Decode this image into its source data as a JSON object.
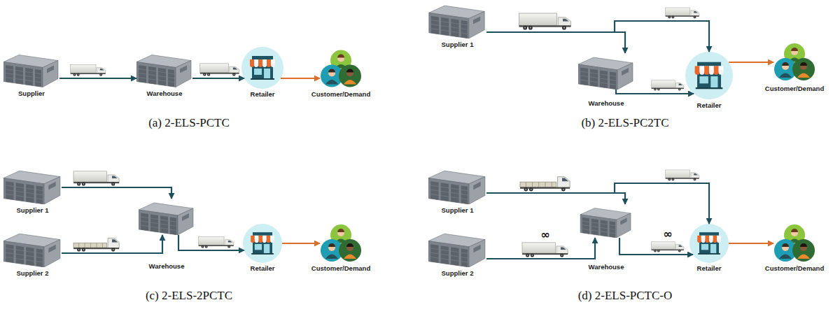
{
  "diagram": {
    "nodes": [
      {
        "text": [
          "Supplier"
        ]
      },
      {
        "text": [
          "Warehouse"
        ]
      },
      {
        "text": [
          "Retailer"
        ]
      },
      {
        "text": [
          "Customer/Demand"
        ]
      },
      {
        "text": [
          "Supplier 1"
        ]
      },
      {
        "text": [
          "Warehouse"
        ]
      },
      {
        "text": [
          "Retailer"
        ]
      },
      {
        "text": [
          "Customer/Demand"
        ]
      },
      {
        "text": [
          "Supplier 1"
        ]
      },
      {
        "text": [
          "Supplier 2"
        ]
      },
      {
        "text": [
          "Warehouse"
        ]
      },
      {
        "text": [
          "Retailer"
        ]
      },
      {
        "text": [
          "Customer/Demand"
        ]
      },
      {
        "text": [
          "Supplier 1"
        ]
      },
      {
        "text": [
          "Supplier 2"
        ]
      },
      {
        "text": [
          "Warehouse"
        ]
      },
      {
        "text": [
          "Retailer"
        ]
      },
      {
        "text": [
          "Customer/Demand"
        ]
      }
    ],
    "edges": [
      {
        "from": 0,
        "to": 1,
        "arrow": "to"
      },
      {
        "from": 1,
        "to": 2,
        "arrow": "to"
      },
      {
        "from": 2,
        "to": 3,
        "arrow": "to"
      },
      {
        "from": 4,
        "to": 5,
        "arrow": "to"
      },
      {
        "from": 4,
        "to": 6,
        "arrow": "to"
      },
      {
        "from": 5,
        "to": 6,
        "arrow": "to"
      },
      {
        "from": 6,
        "to": 7,
        "arrow": "to"
      },
      {
        "from": 8,
        "to": 10,
        "arrow": "to"
      },
      {
        "from": 9,
        "to": 10,
        "arrow": "to"
      },
      {
        "from": 10,
        "to": 11,
        "arrow": "to"
      },
      {
        "from": 11,
        "to": 12,
        "arrow": "to"
      },
      {
        "from": 13,
        "to": 15,
        "arrow": "to"
      },
      {
        "from": 13,
        "to": 16,
        "arrow": "to"
      },
      {
        "from": 14,
        "to": 15,
        "arrow": "to"
      },
      {
        "from": 15,
        "to": 16,
        "arrow": "to"
      },
      {
        "from": 16,
        "to": 17,
        "arrow": "to"
      }
    ],
    "labels": [
      "(a) 2-ELS-PCTC",
      "(b) 2-ELS-PC2TC",
      "(c) 2-ELS-2PCTC",
      "∞",
      "∞",
      "(d) 2-ELS-PCTC-O"
    ]
  }
}
